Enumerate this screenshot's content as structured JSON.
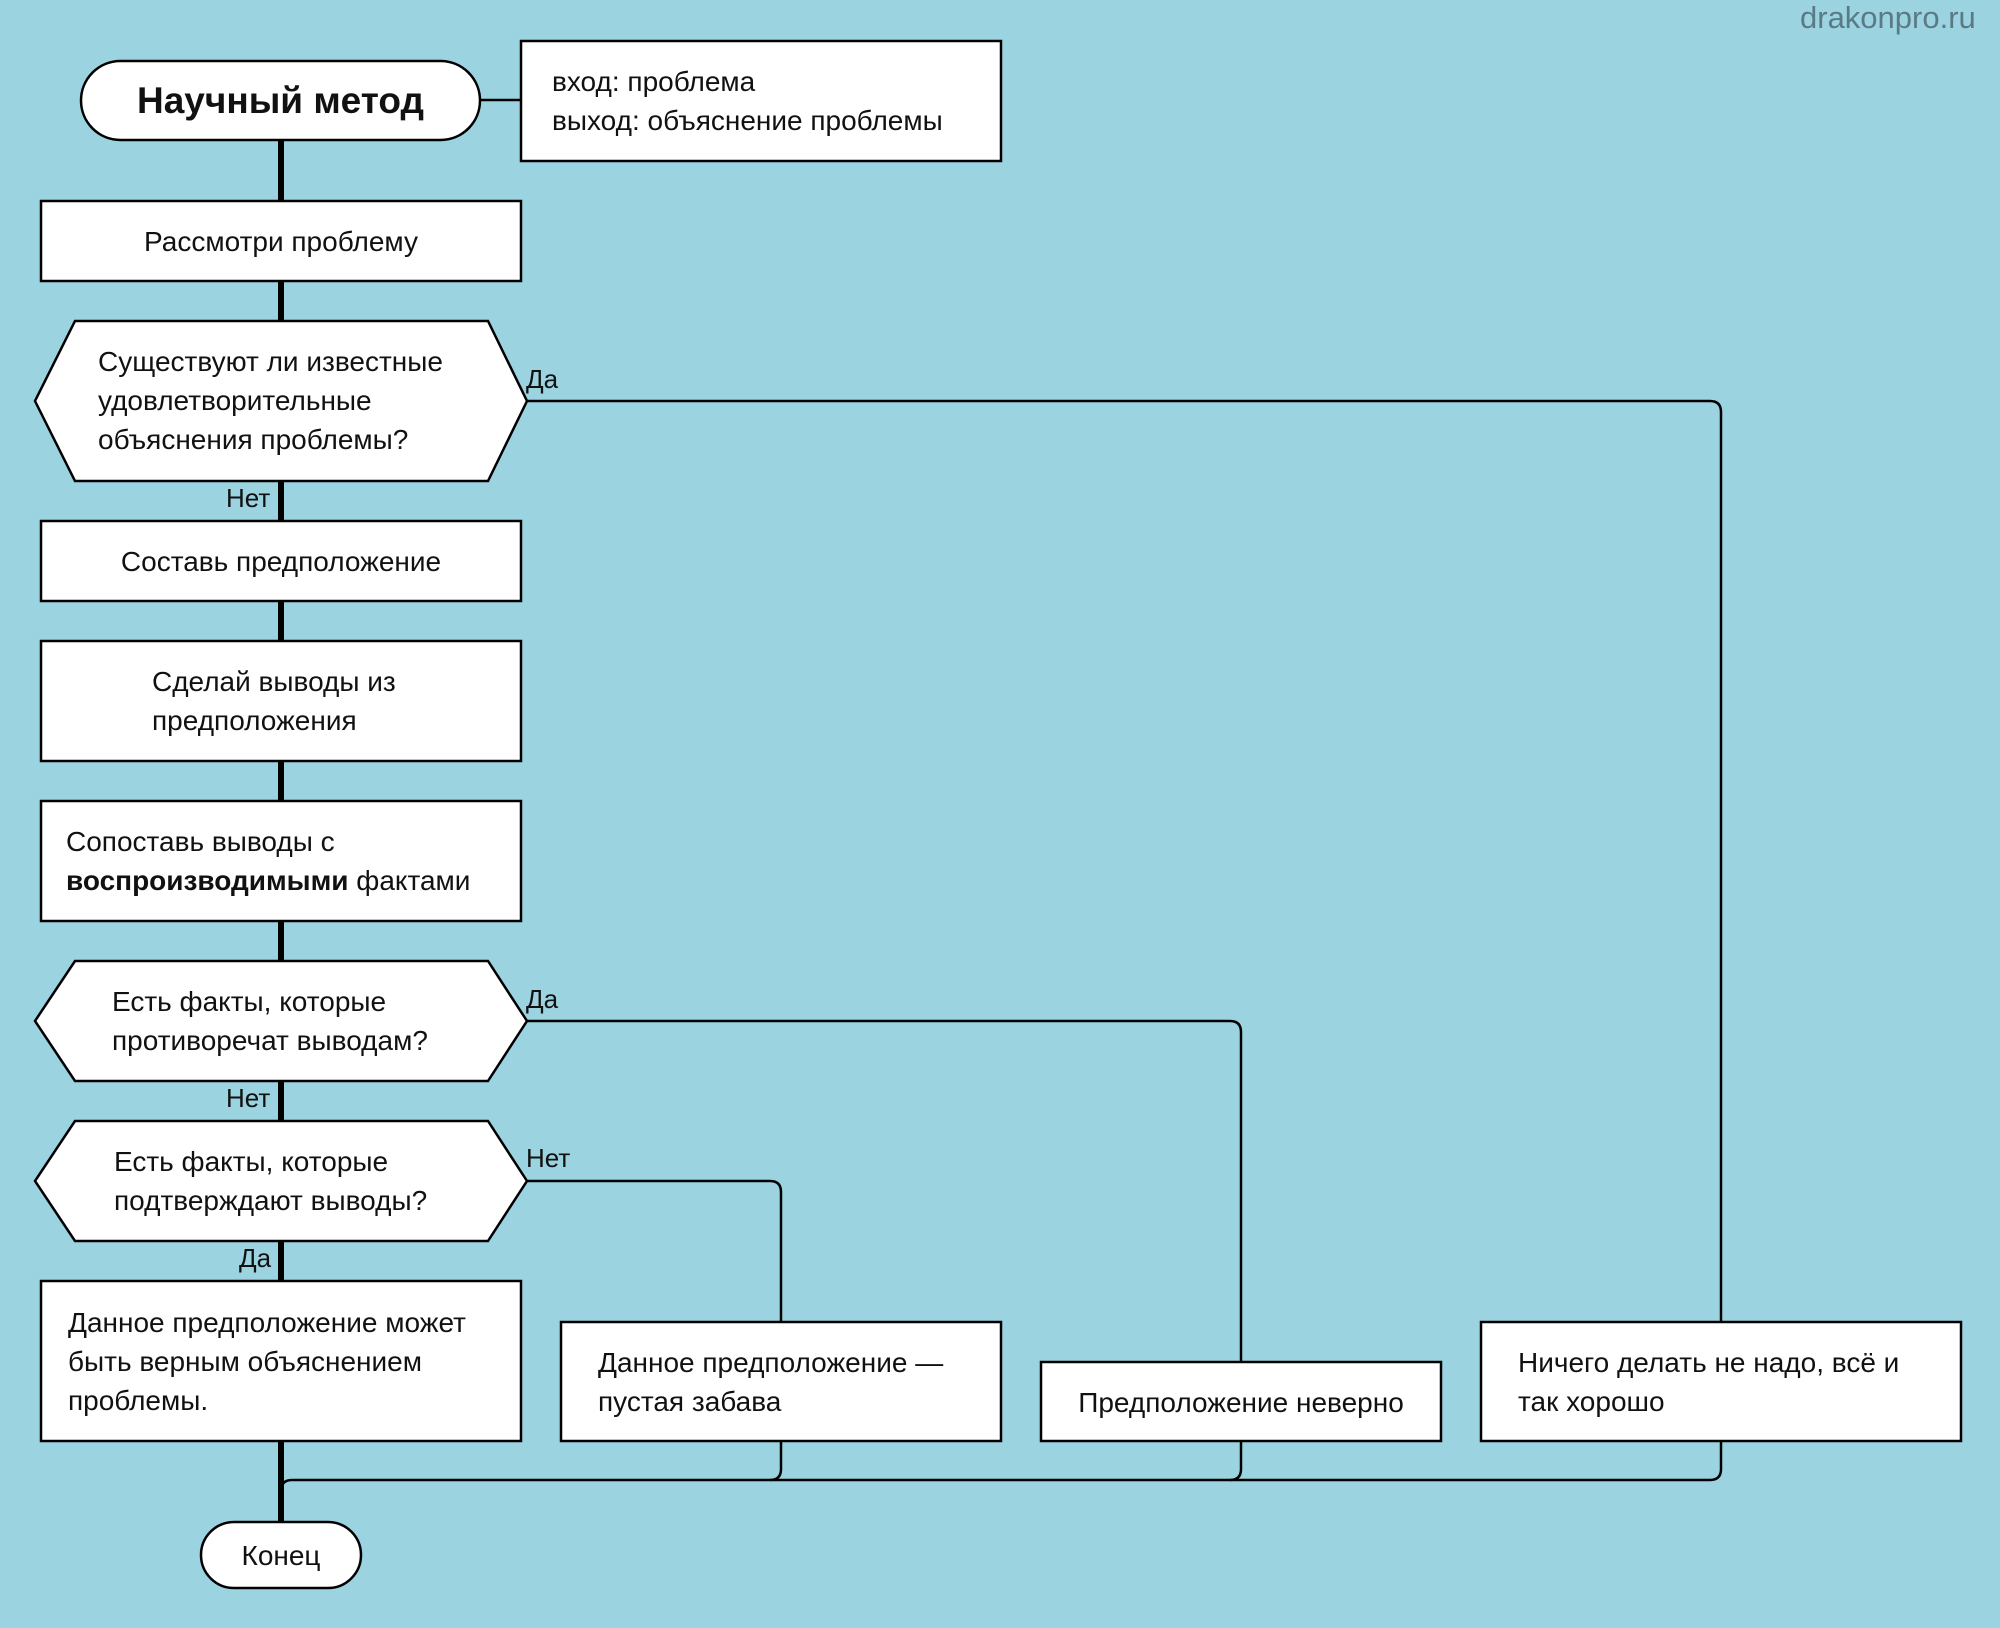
{
  "watermark": "drakonpro.ru",
  "title": "Научный метод",
  "params": {
    "input": "вход: проблема",
    "output": "выход: объяснение проблемы"
  },
  "actions": {
    "consider_problem": "Рассмотри проблему",
    "make_hypothesis": "Составь предположение",
    "derive_conclusions": [
      "Сделай выводы из",
      "предположения"
    ],
    "compare": {
      "line1": "Сопоставь выводы с",
      "bold": "воспроизводимыми",
      "rest": " фактами"
    },
    "may_be_true": [
      "Данное предположение может",
      "быть верным объяснением",
      "проблемы."
    ],
    "empty_fun": [
      "Данное предположение —",
      "пустая забава"
    ],
    "wrong": "Предположение неверно",
    "nothing_to_do": [
      "Ничего делать не надо, всё и",
      "так хорошо"
    ]
  },
  "questions": {
    "known_explanations": [
      "Существуют ли известные",
      "удовлетворительные",
      "объяснения проблемы?"
    ],
    "contradict": [
      "Есть факты, которые",
      "противоречат выводам?"
    ],
    "confirm": [
      "Есть факты, которые",
      "подтверждают выводы?"
    ]
  },
  "branch_labels": {
    "q1_yes": "Да",
    "q1_no": "Нет",
    "q2_yes": "Да",
    "q2_no": "Нет",
    "q3_no": "Нет",
    "q3_yes": "Да"
  },
  "end": "Конец"
}
